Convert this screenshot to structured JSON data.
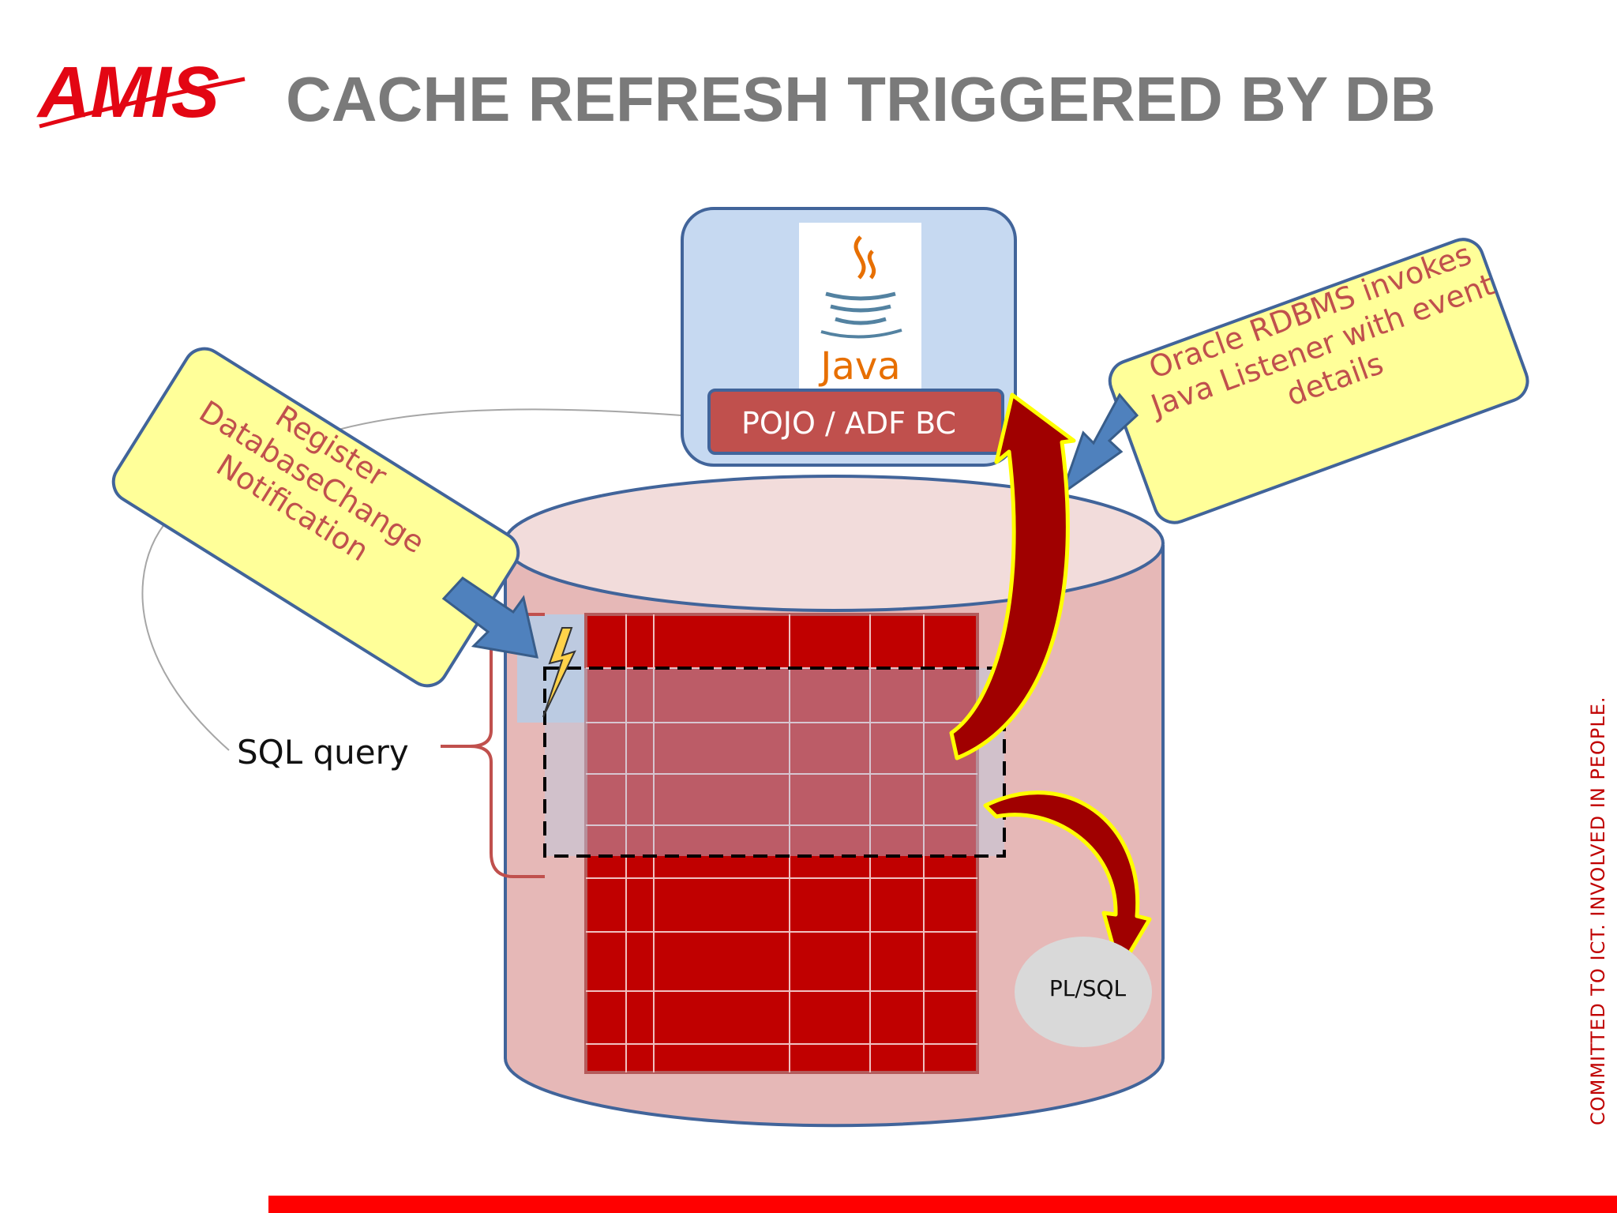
{
  "title": "CACHE REFRESH TRIGGERED BY DB",
  "logo": {
    "text": "AMIS"
  },
  "diagram": {
    "java_logo_text": "Java",
    "pojo_label": "POJO / ADF BC",
    "callout_left": "Register DatabaseChange Notification",
    "callout_right": "Oracle RDBMS invokes Java Listener with event details",
    "sql_label": "SQL query",
    "plsql_label": "PL/SQL"
  },
  "tagline": "COMMITTED TO ICT. INVOLVED IN PEOPLE.",
  "colors": {
    "title": "#7a7a7a",
    "brand_red": "#e30613",
    "callout_fill": "#ffff99",
    "callout_text": "#c0504d",
    "arrow_blue": "#4f81bd",
    "db_fill": "#e6b8b7",
    "table_red": "#c00000"
  },
  "icons": [
    "java-cup-icon",
    "lightning-icon"
  ]
}
